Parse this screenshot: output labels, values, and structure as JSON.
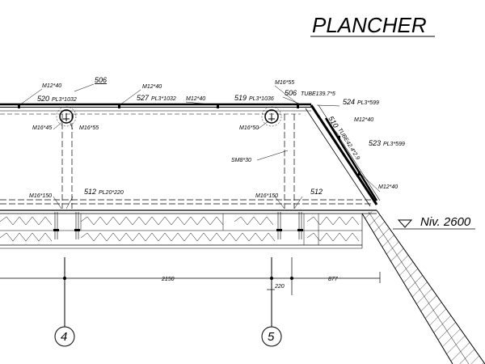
{
  "title": "PLANCHER",
  "level": "Niv. 2600",
  "axes": [
    "4",
    "5"
  ],
  "dims": {
    "span": "2150",
    "gap": "220",
    "right": "877"
  },
  "labels": {
    "p506_top": "506",
    "m12_a": "M12*40",
    "p520": "520",
    "p520_pl": "PL3*1032",
    "m12_b": "M12*40",
    "p527": "527",
    "p527_pl": "PL3*1032",
    "m12_c": "M12*40",
    "p519": "519",
    "p519_pl": "PL3*1036",
    "m16_55_top": "M16*55",
    "p506_tube_num": "506",
    "p506_tube": "TUBE139.7*5",
    "p524": "524",
    "p524_pl": "PL3*599",
    "m12_d": "M12*40",
    "p523": "523",
    "p523_pl": "PL3*599",
    "p510": "510",
    "p510_tube": "TUBE42.4*2.9",
    "m12_e": "M12*40",
    "m16_45": "M16*45",
    "m16_55_left": "M16*55",
    "m16_50": "M16*50",
    "sm8": "SM8*30",
    "m16_150_a": "M16*150",
    "p512a": "512",
    "p512a_pl": "PL20*220",
    "m16_150_b": "M16*150",
    "p512b": "512"
  }
}
